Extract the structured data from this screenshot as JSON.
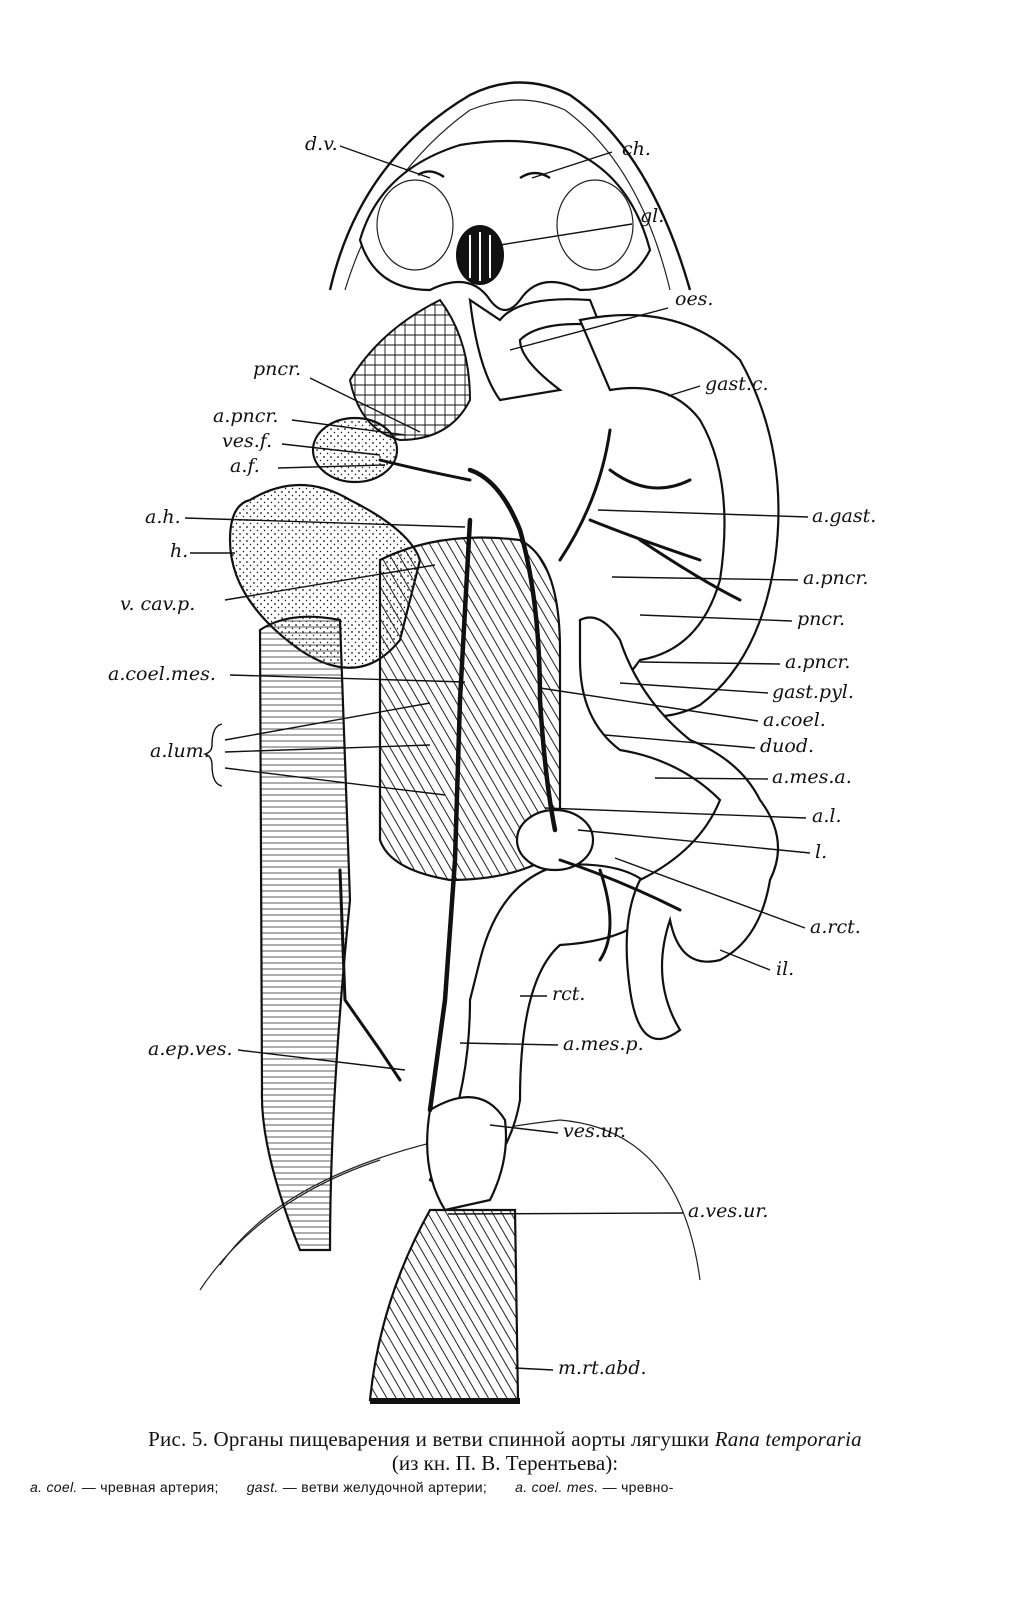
{
  "figure": {
    "labels": {
      "dv": "d.v.",
      "ch": "ch.",
      "gl": "gl.",
      "oes": "oes.",
      "gast_c": "gast.c.",
      "pncr_top": "pncr.",
      "a_pncr_top": "a.pncr.",
      "ves_f": "ves.f.",
      "a_f": "a.f.",
      "a_h": "a.h.",
      "h": "h.",
      "v_cav_p": "v. cav.p.",
      "a_coel_mes": "a.coel.mes.",
      "a_lum": "a.lum.",
      "a_gast": "a.gast.",
      "a_pncr_r1": "a.pncr.",
      "pncr_r": "pncr.",
      "a_pncr_r2": "a.pncr.",
      "gast_pyl": "gast.pyl.",
      "a_coel": "a.coel.",
      "duod": "duod.",
      "a_mes_a": "a.mes.a.",
      "a_l": "a.l.",
      "l": "l.",
      "a_rct": "a.rct.",
      "il": "il.",
      "rct": "rct.",
      "a_mes_p": "a.mes.p.",
      "a_ep_ves": "a.ep.ves.",
      "ves_ur": "ves.ur.",
      "a_ves_ur": "a.ves.ur.",
      "m_rt_abd": "m.rt.abd."
    }
  },
  "caption": {
    "prefix": "Рис. 5. Органы пищеварения и ветви спинной аорты лягушки",
    "species": "Rana temporaria",
    "source": "(из кн. П. В. Терентьева):",
    "legend": [
      {
        "abbr": "a. coel.",
        "text": "— чревная артерия;"
      },
      {
        "abbr": "gast.",
        "text": "— ветви желудочной артерии;"
      },
      {
        "abbr": "a. coel. mes.",
        "text": "— чревно-"
      }
    ]
  }
}
